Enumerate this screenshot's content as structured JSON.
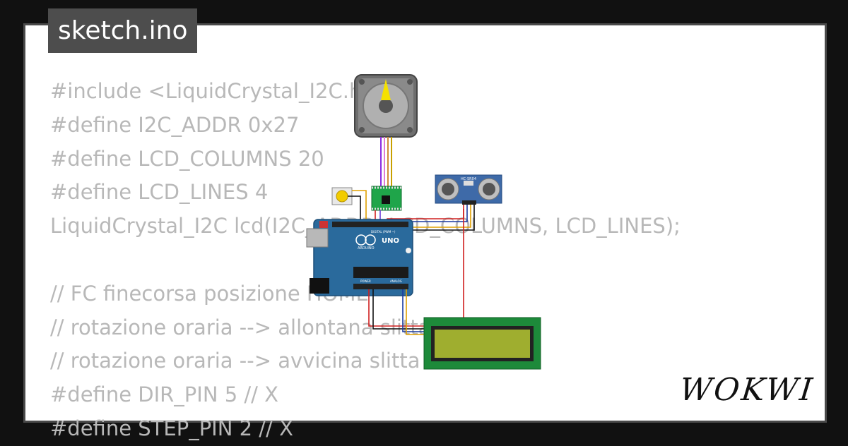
{
  "tab": {
    "filename": "sketch.ino"
  },
  "code_lines": [
    "#include <LiquidCrystal_I2C.h>",
    "#define I2C_ADDR 0x27",
    "#define LCD_COLUMNS 20",
    "#define LCD_LINES 4",
    "LiquidCrystal_I2C lcd(I2C_ADDR, LCD_COLUMNS, LCD_LINES);",
    "",
    "// FC finecorsa posizione HOME",
    "// rotazione oraria --> allontana slitta da FC",
    "// rotazione oraria --> avvicina slitta",
    "#define DIR_PIN 5 // X",
    "#define STEP_PIN 2 // X"
  ],
  "board": {
    "name": "UNO",
    "brand": "ARDUINO",
    "label_digital": "DIGITAL (PWM ~)",
    "label_analog": "ANALOG",
    "label_power": "POWER"
  },
  "sensor": {
    "label": "HC-SR04"
  },
  "logo": {
    "text": "WOKWI"
  },
  "colors": {
    "background": "#111111",
    "card": "#ffffff",
    "code": "#b8b8b8",
    "arduino": "#2a6a9c",
    "lcd_screen": "#9fae2f",
    "lcd_pcb": "#1d8a3a"
  }
}
